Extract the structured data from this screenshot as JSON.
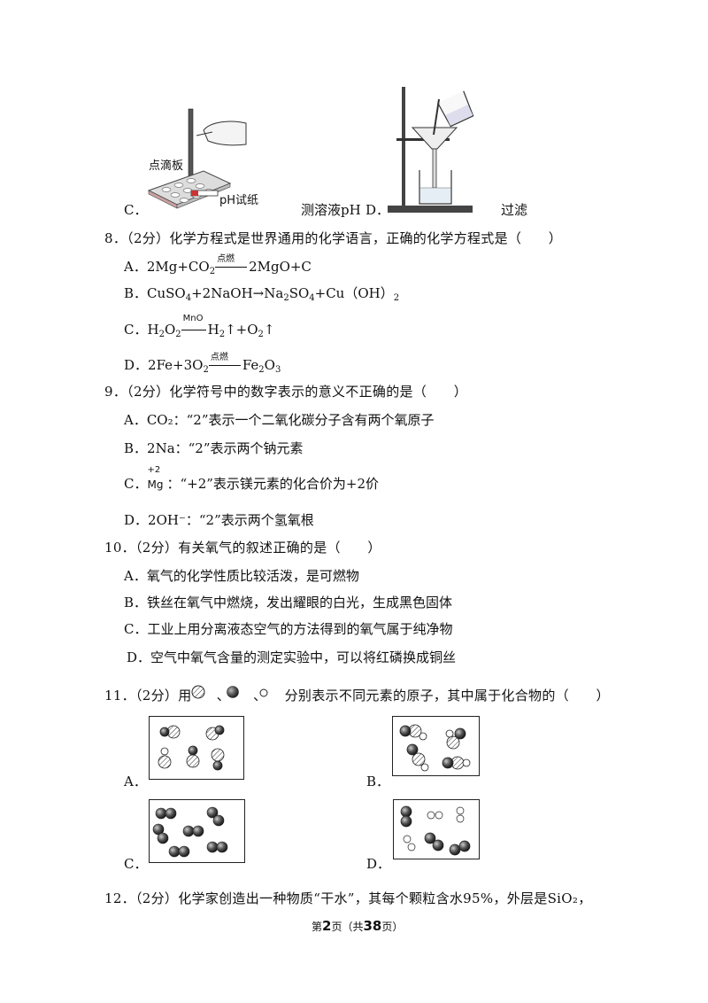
{
  "top": {
    "c_label": "C．",
    "c_tray_label": "点滴板",
    "c_paper_label": "pH试纸",
    "c_caption": "测溶液pH",
    "d_label": "D．",
    "d_caption": "过滤"
  },
  "q8": {
    "stem": "8．（2分）化学方程式是世界通用的化学语言，正确的化学方程式是（　　）",
    "a_prefix": "A．2Mg+CO",
    "a_cond": "点燃",
    "a_suffix": "2MgO+C",
    "b_text": "B．CuSO",
    "b_text2": "+2NaOH→Na",
    "b_text3": "SO",
    "b_text4": "+Cu（OH）",
    "c_prefix": "C．H",
    "c_o": "O",
    "c_cond": "MnO",
    "c_suffix": "H",
    "c_suffix2": "↑+O",
    "c_suffix3": "↑",
    "d_prefix": "D．2Fe+3O",
    "d_cond": "点燃",
    "d_suffix": "Fe",
    "d_suffix2": "O",
    "sub2": "2",
    "sub3": "3",
    "sub4": "4"
  },
  "q9": {
    "stem": "9．（2分）化学符号中的数字表示的意义不正确的是（　　）",
    "a": "A．CO₂：“2”表示一个二氧化碳分子含有两个氧原子",
    "b": "B．2Na：“2”表示两个钠元素",
    "c_label": "C．",
    "c_sup": "+2",
    "c_symbol": "Mg",
    "c_text": "：“+2”表示镁元素的化合价为+2价",
    "d": "D．2OH⁻：“2”表示两个氢氧根"
  },
  "q10": {
    "stem": "10．（2分）有关氧气的叙述正确的是（　　）",
    "a": "A．氧气的化学性质比较活泼，是可燃物",
    "b": "B．铁丝在氧气中燃烧，发出耀眼的白光，生成黑色固体",
    "c": "C．工业上用分离液态空气的方法得到的氧气属于纯净物",
    "d": "D．空气中氧气含量的测定实验中，可以将红磷换成铜丝"
  },
  "q11": {
    "stem_prefix": "11．（2分）用",
    "sep1": "、",
    "sep2": "、",
    "stem_suffix": "分别表示不同元素的原子，其中属于化合物的（　　）",
    "a_label": "A．",
    "b_label": "B．",
    "c_label": "C．",
    "d_label": "D．"
  },
  "q12": {
    "stem": "12．（2分）化学家创造出一种物质“干水”，其每个颗粒含水95%，外层是SiO₂，"
  },
  "footer": {
    "pre": "第",
    "page": "2",
    "mid": "页（共",
    "total": "38",
    "post": "页）"
  }
}
